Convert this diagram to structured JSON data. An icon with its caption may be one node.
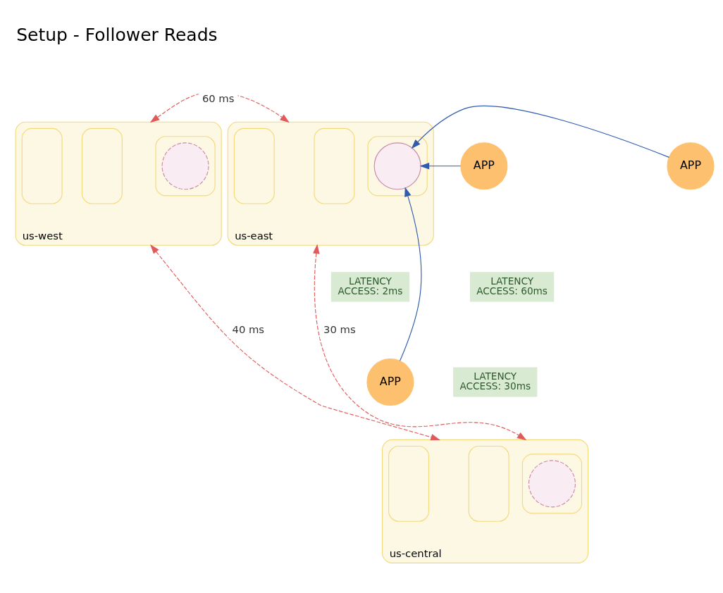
{
  "diagram": {
    "title": "Setup - Follower Reads",
    "nodes": [
      {
        "text": [
          "us-west"
        ]
      },
      {
        "text": [],
        "shape": "box",
        "in": 0
      },
      {
        "text": [],
        "shape": "box",
        "in": 0
      },
      {
        "text": [],
        "shape": "box",
        "in": 0
      },
      {
        "text": [],
        "shape": "circle",
        "in": 2
      },
      {
        "text": [
          "APP"
        ]
      },
      {
        "text": [
          "LATENCY",
          "ACCESS: 60ms"
        ]
      },
      {
        "text": [
          "us-east"
        ]
      },
      {
        "text": [],
        "shape": "box",
        "in": 7
      },
      {
        "text": [],
        "shape": "box",
        "in": 7
      },
      {
        "text": [],
        "shape": "box",
        "in": 7
      },
      {
        "text": [],
        "shape": "circle",
        "in": 8
      },
      {
        "text": [
          "APP"
        ]
      },
      {
        "text": [
          "LATENCY",
          "ACCESS: 2ms"
        ]
      },
      {
        "text": [
          "us-central"
        ]
      },
      {
        "text": [],
        "shape": "box",
        "in": 14
      },
      {
        "text": [],
        "shape": "box",
        "in": 14
      },
      {
        "text": [],
        "shape": "box",
        "in": 14
      },
      {
        "text": [],
        "shape": "circle",
        "in": 17
      },
      {
        "text": [
          "APP"
        ]
      },
      {
        "text": [
          "LATENCY",
          "ACCESS: 30ms"
        ]
      }
    ],
    "edges": [
      {
        "from": 5,
        "to": 11,
        "arrow": "to",
        "color": "#2f5bb0"
      },
      {
        "from": 12,
        "to": 11,
        "arrow": "to",
        "color": "#2f5bb0"
      },
      {
        "from": 19,
        "to": 11,
        "arrow": "to",
        "color": "#2f5bb0"
      },
      {
        "from": 0,
        "to": 7,
        "arrow": "both",
        "label": "60 ms",
        "style": "dashed",
        "color": "#e05a5a"
      },
      {
        "from": 0,
        "to": 14,
        "arrow": "both",
        "label": "40 ms",
        "style": "dashed",
        "color": "#e05a5a"
      },
      {
        "from": 7,
        "to": 14,
        "arrow": "both",
        "label": "30 ms",
        "style": "dashed",
        "color": "#e05a5a"
      }
    ]
  }
}
